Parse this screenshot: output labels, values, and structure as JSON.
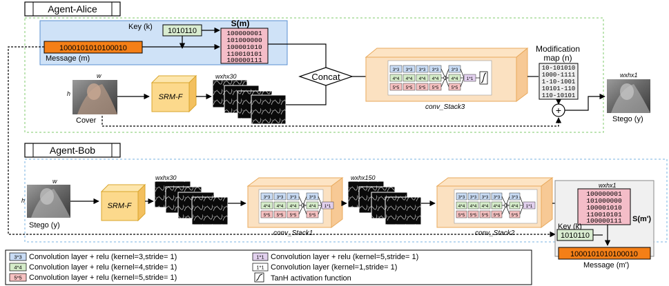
{
  "alice": {
    "title": "Agent-Alice",
    "key_label": "Key (k)",
    "key_value": "1010110",
    "message_value": "1000101010100010",
    "message_label": "Message (m)",
    "s_label": "S(m)",
    "s_rows": [
      "100000001",
      "101000000",
      "100001010",
      "110010101",
      "100000111"
    ],
    "cover_dim_w": "w",
    "cover_dim_h": "h",
    "cover_label": "Cover",
    "srm_label": "SRM-F",
    "feat_dim": "wxhx30",
    "concat_label": "Concat",
    "stack_label": "conv_Stack3",
    "mod_title_1": "Modification",
    "mod_title_2": "map (n)",
    "mod_rows": [
      "10-101010",
      "1000-1111",
      "1-10-1001",
      "10101-110",
      "110-10101"
    ],
    "plus": "+",
    "stego_dim": "wxhx1",
    "stego_label": "Stego (y)"
  },
  "bob": {
    "title": "Agent-Bob",
    "stego_dim_w": "w",
    "stego_dim_h": "h",
    "stego_label": "Stego (y)",
    "srm_label": "SRM-F",
    "feat1_dim": "wxhx30",
    "stack1_label": "conv_Stack1",
    "feat2_dim": "wxhx150",
    "stack2_label": "conv_Stack2",
    "out_dim": "wxhx1",
    "s_label": "S(m')",
    "s_rows": [
      "100000001",
      "101000000",
      "100001010",
      "110010101",
      "100000111"
    ],
    "key_label": "Key (k)",
    "key_value": "1010110",
    "message_value": "1000101010100010",
    "message_label": "Message (m')"
  },
  "kernels": {
    "k3": "3*3",
    "k4": "4*4",
    "k5": "5*5",
    "k1": "1*1"
  },
  "legend": {
    "items": [
      {
        "tag": "3*3",
        "text": "Convolution layer + relu (kernel=3,stride= 1)"
      },
      {
        "tag": "4*4",
        "text": "Convolution layer + relu (kernel=4,stride= 1)"
      },
      {
        "tag": "5*5",
        "text": "Convolution layer + relu (kernel=5,stride= 1)"
      },
      {
        "tag": "1*1",
        "text": "Convolution layer + relu (kernel=5,stride= 1)"
      },
      {
        "tag": "1*1",
        "text": "Convolution layer (kernel=1,stride= 1)"
      },
      {
        "tag": "",
        "text": "TanH activation function"
      }
    ]
  },
  "colors": {
    "blue_box": "#cfe2f7",
    "key_green": "#d9ecd0",
    "message_orange": "#f47f17",
    "s_pink": "#f4bdc8",
    "stack_bg": "#fbe1c1",
    "srm_yellow": "#fcd98c",
    "k3": "#c9dcf5",
    "k4": "#d5ecc9",
    "k5": "#f6c1c1",
    "k1": "#e2d0ee"
  }
}
